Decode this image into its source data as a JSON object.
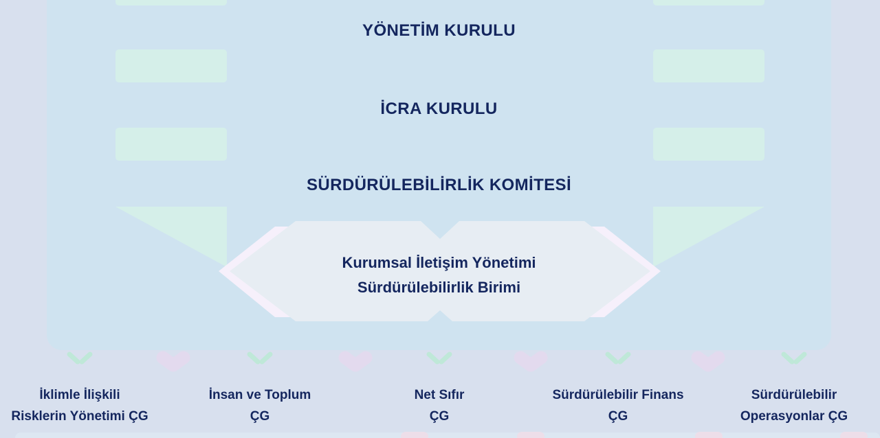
{
  "diagram": {
    "title_levels": {
      "board": "YÖNETİM KURULU",
      "executive": "İCRA KURULU",
      "committee": "SÜRDÜRÜLEBİLİRLİK KOMİTESİ"
    },
    "unit_banner": {
      "line1": "Kurumsal İletişim Yönetimi",
      "line2": "Sürdürülebilirlik Birimi"
    },
    "working_groups": [
      {
        "line1": "İklimle İlişkili",
        "line2": "Risklerin Yönetimi ÇG"
      },
      {
        "line1": "İnsan ve Toplum",
        "line2": "ÇG"
      },
      {
        "line1": "Net Sıfır",
        "line2": "ÇG"
      },
      {
        "line1": "Sürdürülebilir Finans",
        "line2": "ÇG"
      },
      {
        "line1": "Sürdürülebilir",
        "line2": "Operasyonlar ÇG"
      }
    ],
    "colors": {
      "page_background": "#d8e0ee",
      "panel_background": "#cfe3f0",
      "side_box_mint": "#d5efe9",
      "banner_fill": "#e7edf3",
      "banner_underlay_lilac": "#f6f0fb",
      "text_navy": "#14265e",
      "chevron_mint": "#bfe8d8",
      "ribbon_lavender": "#e3daee",
      "blob_pink": "#eddee9",
      "bottom_band": "#dde7f2"
    }
  }
}
